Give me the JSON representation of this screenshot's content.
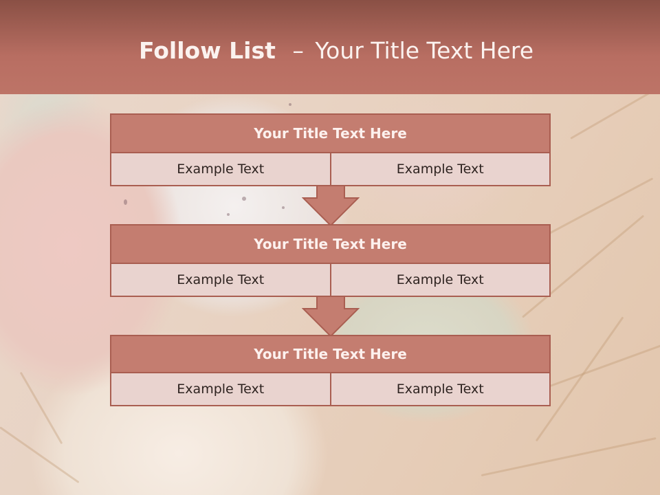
{
  "slide": {
    "title_bold": "Follow List",
    "title_dash": "–",
    "title_rest": "Your Title Text Here"
  },
  "blocks": [
    {
      "title": "Your Title Text Here",
      "left": "Example Text",
      "right": "Example Text"
    },
    {
      "title": "Your Title Text Here",
      "left": "Example Text",
      "right": "Example Text"
    },
    {
      "title": "Your Title Text Here",
      "left": "Example Text",
      "right": "Example Text"
    }
  ],
  "colors": {
    "header": "#b86e62",
    "block_head": "#c47d70",
    "cell": "#e9d3cf",
    "border": "#a95e51",
    "arrow": "#c47d70"
  },
  "icons": [
    "down-arrow-icon",
    "down-arrow-icon"
  ]
}
